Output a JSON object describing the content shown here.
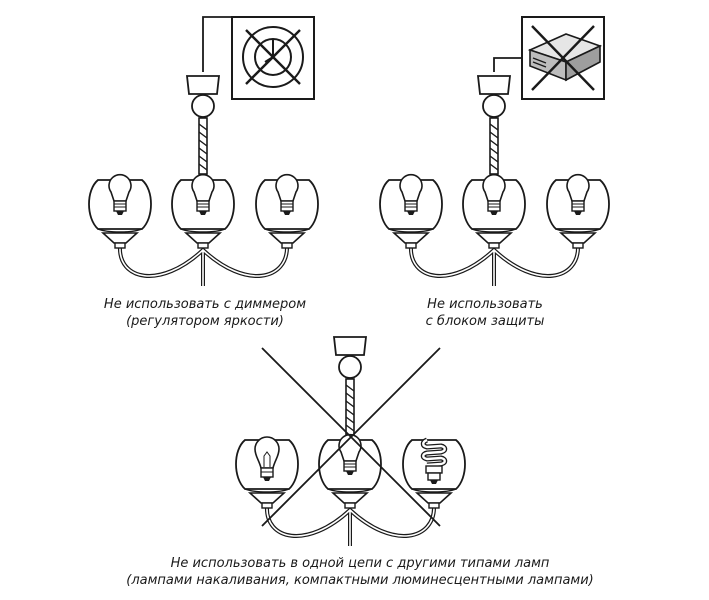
{
  "panels": [
    {
      "caption_line1": "Не использовать с диммером",
      "caption_line2": "(регулятором яркости)",
      "prohibited_item": "dimmer-icon"
    },
    {
      "caption_line1": "Не использовать",
      "caption_line2": "с блоком защиты",
      "prohibited_item": "protection-unit-icon"
    },
    {
      "caption_line1": "Не использовать в одной цепи с другими типами ламп",
      "caption_line2": "(лампами накаливания, компактными люминесцентными лампами)",
      "prohibited_item": "mixed-lamps"
    }
  ],
  "colors": {
    "line": "#1a1a1a",
    "shade": "#d8d8d8",
    "background": "#ffffff"
  }
}
